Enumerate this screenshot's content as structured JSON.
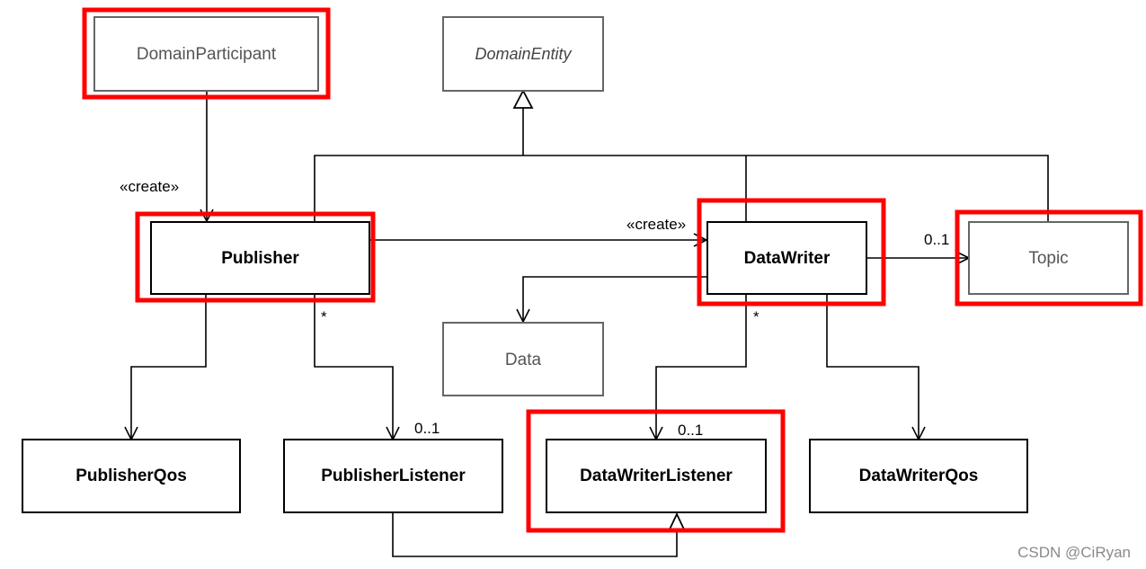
{
  "nodes": {
    "domain_participant": "DomainParticipant",
    "domain_entity": "DomainEntity",
    "publisher": "Publisher",
    "data_writer": "DataWriter",
    "topic": "Topic",
    "data": "Data",
    "publisher_qos": "PublisherQos",
    "publisher_listener": "PublisherListener",
    "data_writer_listener": "DataWriterListener",
    "data_writer_qos": "DataWriterQos"
  },
  "edge_labels": {
    "participant_creates_publisher": "«create»",
    "publisher_creates_writer": "«create»",
    "writer_topic_mult": "0..1",
    "publisher_listener_star": "*",
    "publisher_listener_mult": "0..1",
    "writer_listener_star": "*",
    "writer_listener_mult": "0..1"
  },
  "watermark": "CSDN @CiRyan",
  "colors": {
    "highlight": "#ff0000",
    "grey_text": "#555555"
  }
}
